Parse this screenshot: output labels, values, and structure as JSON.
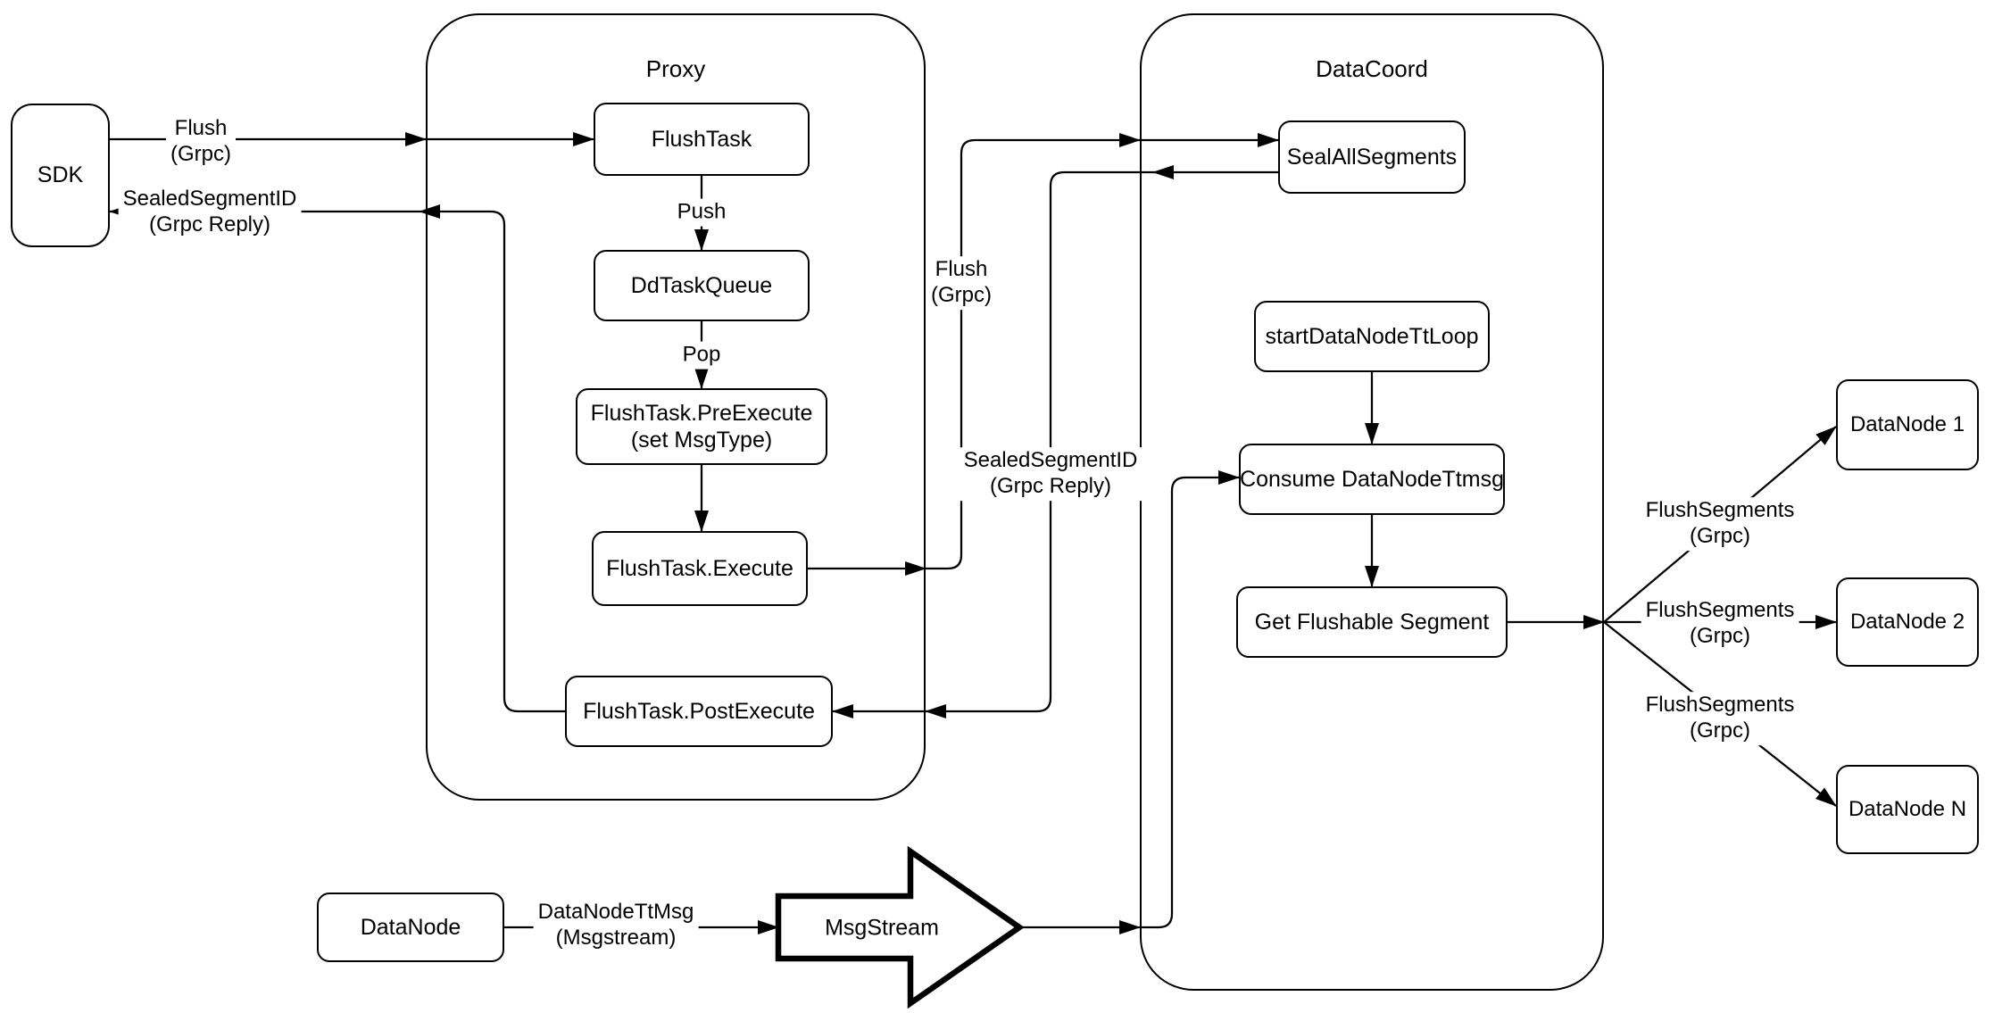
{
  "containers": {
    "proxy": {
      "title": "Proxy"
    },
    "datacoord": {
      "title": "DataCoord"
    }
  },
  "nodes": {
    "sdk": {
      "label": "SDK"
    },
    "flush_task": {
      "label": "FlushTask"
    },
    "dd_task_queue": {
      "label": "DdTaskQueue"
    },
    "pre_execute": {
      "line1": "FlushTask.PreExecute",
      "line2": "(set MsgType)"
    },
    "execute": {
      "label": "FlushTask.Execute"
    },
    "post_execute": {
      "label": "FlushTask.PostExecute"
    },
    "seal_all_segments": {
      "label": "SealAllSegments"
    },
    "start_tt_loop": {
      "label": "startDataNodeTtLoop"
    },
    "consume_ttmsg": {
      "label": "Consume DataNodeTtmsg"
    },
    "get_flushable": {
      "label": "Get Flushable Segment"
    },
    "datanode_1": {
      "label": "DataNode 1"
    },
    "datanode_2": {
      "label": "DataNode 2"
    },
    "datanode_n": {
      "label": "DataNode N"
    },
    "datanode": {
      "label": "DataNode"
    },
    "msgstream": {
      "label": "MsgStream"
    }
  },
  "edge_labels": {
    "sdk_flush": {
      "line1": "Flush",
      "line2": "(Grpc)"
    },
    "sdk_reply": {
      "line1": "SealedSegmentID",
      "line2": "(Grpc Reply)"
    },
    "push": {
      "label": "Push"
    },
    "pop": {
      "label": "Pop"
    },
    "proxy_flush": {
      "line1": "Flush",
      "line2": "(Grpc)"
    },
    "proxy_reply": {
      "line1": "SealedSegmentID",
      "line2": "(Grpc Reply)"
    },
    "flush_segments_1": {
      "line1": "FlushSegments",
      "line2": "(Grpc)"
    },
    "flush_segments_2": {
      "line1": "FlushSegments",
      "line2": "(Grpc)"
    },
    "flush_segments_3": {
      "line1": "FlushSegments",
      "line2": "(Grpc)"
    },
    "datanode_ttmsg": {
      "line1": "DataNodeTtMsg",
      "line2": "(Msgstream)"
    }
  }
}
